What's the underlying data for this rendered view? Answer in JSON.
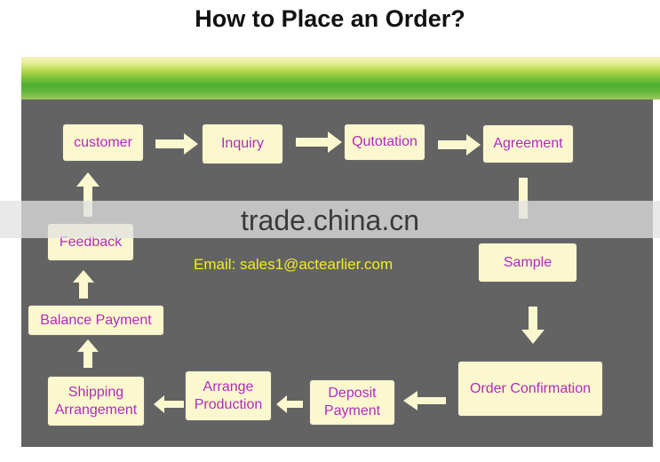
{
  "title": "How to Place an Order?",
  "watermark": "trade.china.cn",
  "email": "Email: sales1@actearlier.com",
  "steps": {
    "customer": "customer",
    "inquiry": "Inquiry",
    "quotation": "Qutotation",
    "agreement": "Agreement",
    "sample": "Sample",
    "order_confirmation": "Order Confirmation",
    "deposit_payment_1": "Deposit",
    "deposit_payment_2": "Payment",
    "arrange_production_1": "Arrange",
    "arrange_production_2": "Production",
    "shipping_arrangement_1": "Shipping",
    "shipping_arrangement_2": "Arrangement",
    "balance_payment": "Balance Payment",
    "feedback": "Feedback"
  },
  "colors": {
    "panel": "#636363",
    "box": "#fbf7cf",
    "box_text": "#b02bc0",
    "arrow": "#fbf7cf",
    "email": "#f3ee22"
  },
  "icons": [
    "arrow-right-icon",
    "arrow-down-icon",
    "arrow-left-icon",
    "arrow-up-icon"
  ]
}
